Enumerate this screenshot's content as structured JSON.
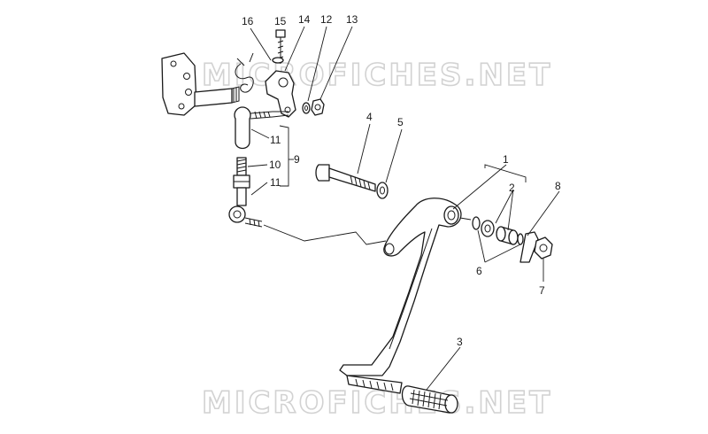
{
  "watermark": {
    "top": "MICROFICHES.NET",
    "bottom": "MICROFICHES.NET"
  },
  "callouts": {
    "c1": "1",
    "c2": "2",
    "c3": "3",
    "c4": "4",
    "c5": "5",
    "c6": "6",
    "c7": "7",
    "c8": "8",
    "c9": "9",
    "c10": "10",
    "c11a": "11",
    "c11b": "11",
    "c12": "12",
    "c13": "13",
    "c14": "14",
    "c15": "15",
    "c16": "16"
  }
}
